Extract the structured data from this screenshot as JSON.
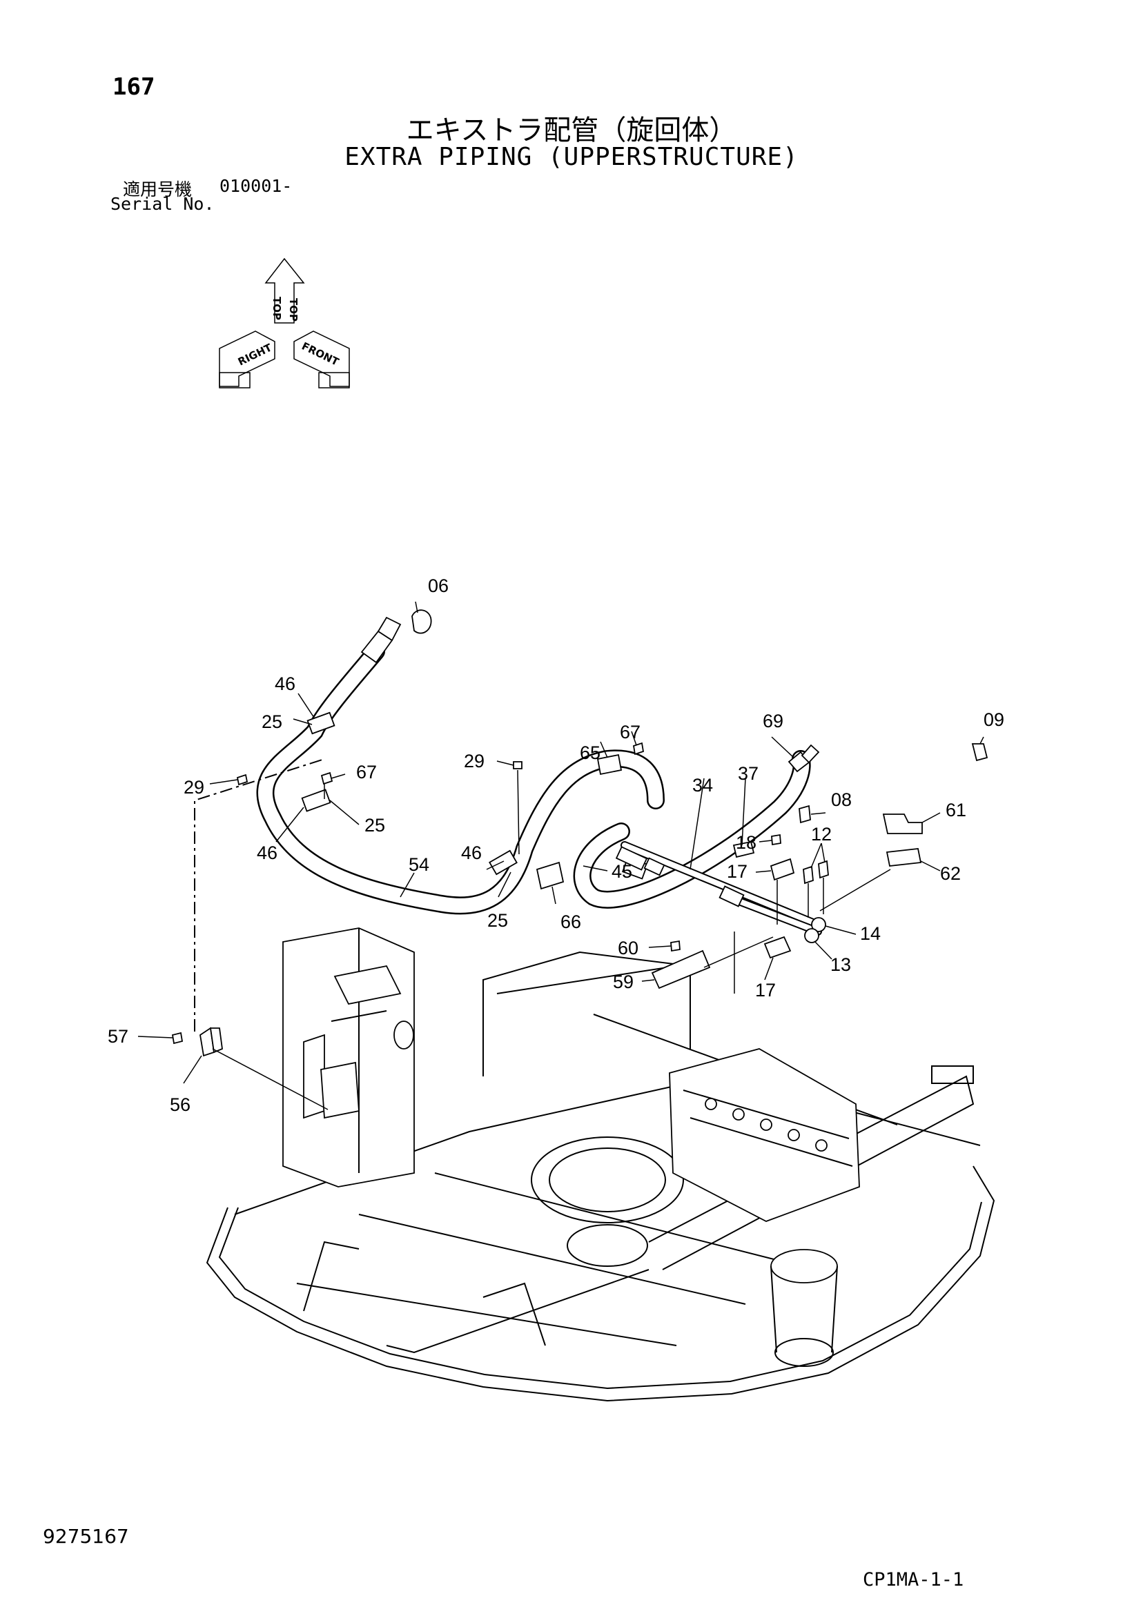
{
  "header": {
    "page_number": "167",
    "title_ja": "エキストラ配管（旋回体）",
    "title_en": "EXTRA PIPING (UPPERSTRUCTURE)",
    "serial_label_ja": "適用号機",
    "serial_number": "010001-",
    "serial_label_en": "Serial No."
  },
  "orientation": {
    "top_1": "TOP",
    "top_2": "TOP",
    "right": "RIGHT",
    "front": "FRONT"
  },
  "callouts": {
    "c06": "06",
    "c46a": "46",
    "c25a": "25",
    "c29a": "29",
    "c67a": "67",
    "c25b": "25",
    "c46b": "46",
    "c54": "54",
    "c29b": "29",
    "c46c": "46",
    "c25c": "25",
    "c66": "66",
    "c65": "65",
    "c67b": "67",
    "c45": "45",
    "c34": "34",
    "c69": "69",
    "c37": "37",
    "c08": "08",
    "c09": "09",
    "c18": "18",
    "c17a": "17",
    "c12": "12",
    "c61": "61",
    "c62": "62",
    "c14": "14",
    "c13": "13",
    "c60": "60",
    "c59": "59",
    "c17b": "17",
    "c57": "57",
    "c56": "56"
  },
  "footer": {
    "doc_id": "9275167",
    "ref_code": "CP1MA-1-1"
  }
}
